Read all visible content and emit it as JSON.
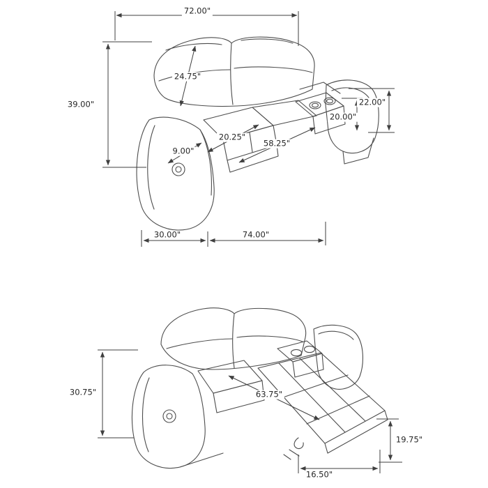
{
  "colors": {
    "background": "#ffffff",
    "line": "#4c4c4c",
    "text": "#262626"
  },
  "views": {
    "upright": {
      "dimensions": {
        "overall_width": "72.00\"",
        "back_cushion_height": "24.75\"",
        "overall_height": "39.00\"",
        "arm_height": "22.00\"",
        "seat_to_arm_top": "20.00\"",
        "seat_depth": "20.25\"",
        "seat_area_width": "58.25\"",
        "arm_width": "9.00\"",
        "overall_depth": "30.00\"",
        "front_rail_width": "74.00\""
      }
    },
    "reclined": {
      "dimensions": {
        "reclined_height": "30.75\"",
        "reclined_depth": "63.75\"",
        "footrest_height": "19.75\"",
        "footrest_depth": "16.50\""
      }
    }
  }
}
